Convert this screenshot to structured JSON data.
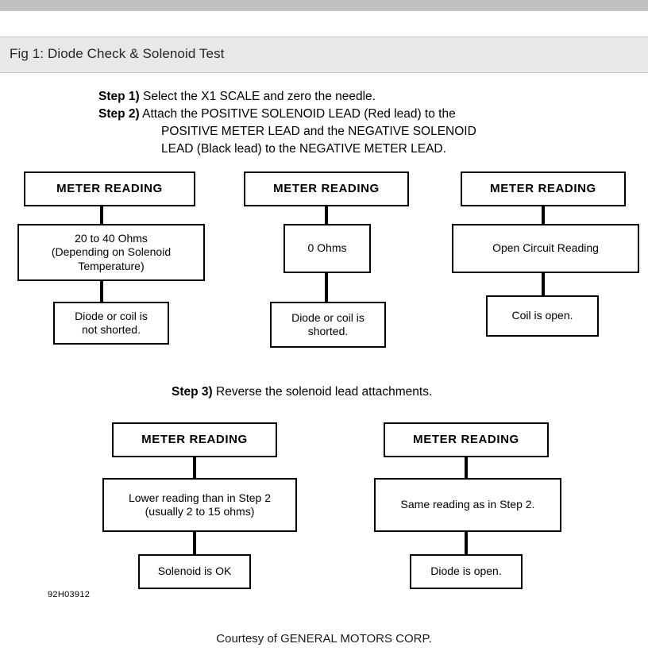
{
  "header": {
    "title": "Fig 1: Diode Check & Solenoid Test"
  },
  "steps": [
    {
      "label": "Step 1)",
      "lines": [
        "Select the X1 SCALE and zero the needle."
      ]
    },
    {
      "label": "Step 2)",
      "lines": [
        "Attach the POSITIVE SOLENOID LEAD (Red lead) to the",
        "POSITIVE METER LEAD and the NEGATIVE SOLENOID",
        "LEAD (Black lead) to the NEGATIVE METER LEAD."
      ]
    },
    {
      "label": "Step 3)",
      "lines": [
        "Reverse the solenoid lead attachments."
      ]
    }
  ],
  "columns_top": [
    {
      "header": "METER READING",
      "reading": "20 to 40 Ohms\n(Depending on Solenoid\nTemperature)",
      "result": "Diode or coil is\nnot shorted."
    },
    {
      "header": "METER READING",
      "reading": "0 Ohms",
      "result": "Diode or coil is\nshorted."
    },
    {
      "header": "METER READING",
      "reading": "Open Circuit Reading",
      "result": "Coil is open."
    }
  ],
  "columns_bottom": [
    {
      "header": "METER READING",
      "reading": "Lower reading than in Step 2\n(usually 2 to 15 ohms)",
      "result": "Solenoid is OK"
    },
    {
      "header": "METER READING",
      "reading": "Same reading as in Step 2.",
      "result": "Diode is open."
    }
  ],
  "watermark": "92H03912",
  "footer": {
    "courtesy": "Courtesy of GENERAL MOTORS CORP."
  },
  "colors": {
    "strip": "#c0c0c0",
    "header_bg": "#e8e8e8",
    "ink": "#000000"
  }
}
